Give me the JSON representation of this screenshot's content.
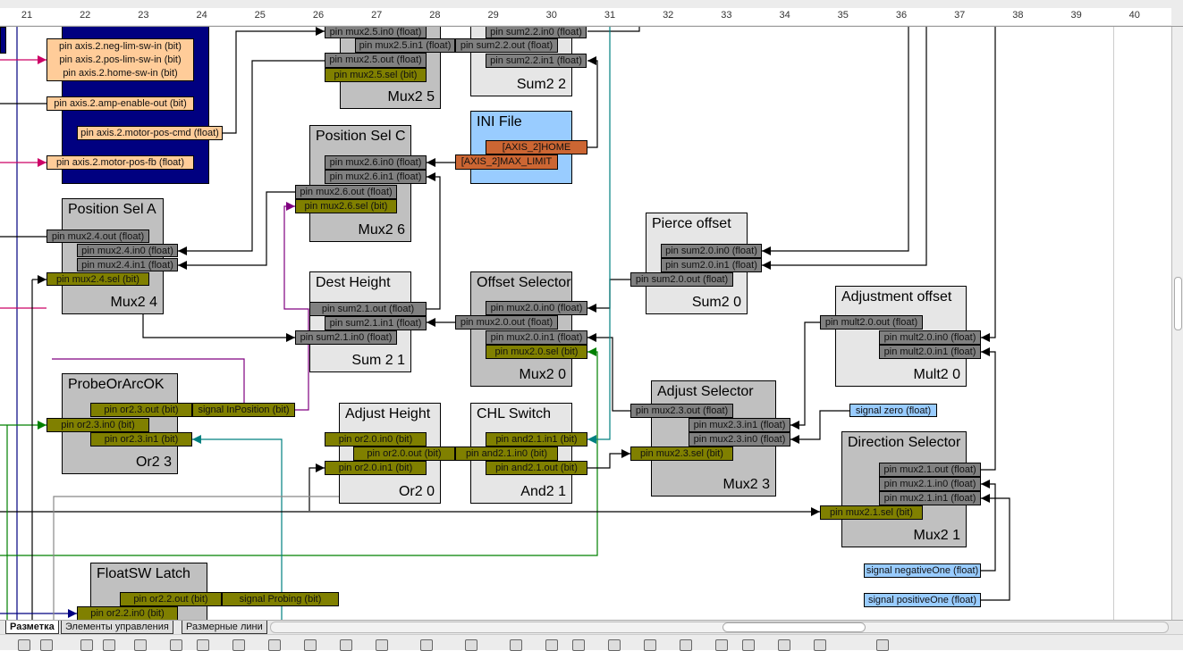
{
  "ruler": {
    "ticks": [
      "21",
      "22",
      "23",
      "24",
      "25",
      "26",
      "27",
      "28",
      "29",
      "30",
      "31",
      "32",
      "33",
      "34",
      "35",
      "36",
      "37",
      "38",
      "39",
      "40"
    ]
  },
  "axis_pins": [
    {
      "lines": [
        "pin axis.2.neg-lim-sw-in (bit)",
        "pin axis.2.pos-lim-sw-in (bit)",
        "pin axis.2.home-sw-in (bit)"
      ]
    },
    {
      "lines": [
        "pin axis.2.amp-enable-out (bit)"
      ]
    },
    {
      "lines": [
        "pin axis.2.motor-pos-cmd (float)"
      ]
    },
    {
      "lines": [
        "pin axis.2.motor-pos-fb (float)"
      ]
    }
  ],
  "colors": {
    "float_pin": "#808080",
    "bit_pin": "#808000",
    "ini_param": "#cc6633",
    "signal": "#99ccff",
    "axis_pin": "#ffcc99",
    "mux_block": "#c0c0c0",
    "math_block": "#e6e6e6",
    "ini_block": "#99ccff",
    "axis_block": "#000080"
  },
  "blocks": [
    {
      "id": "mux2-5",
      "title": "",
      "footer": "Mux2 5",
      "pins": [
        "pin mux2.5.in0  (float)",
        "pin mux2.5.in1  (float)",
        "pin mux2.5.out  (float)",
        "pin mux2.5.sel  (bit)"
      ]
    },
    {
      "id": "sum2-2",
      "title": "",
      "footer": "Sum2 2",
      "pins": [
        "pin sum2.2.in0  (float)",
        "pin sum2.2.out  (float)",
        "pin sum2.2.in1  (float)"
      ]
    },
    {
      "id": "ini-file",
      "title": "INI File",
      "footer": "",
      "pins": [
        "[AXIS_2]HOME",
        "[AXIS_2]MAX_LIMIT"
      ]
    },
    {
      "id": "position-sel-c",
      "title": "Position Sel C",
      "footer": "Mux2 6",
      "pins": [
        "pin mux2.6.in0  (float)",
        "pin mux2.6.in1  (float)",
        "pin mux2.6.out  (float)",
        "pin mux2.6.sel  (bit)"
      ]
    },
    {
      "id": "position-sel-a",
      "title": "Position Sel A",
      "footer": "Mux2 4",
      "pins": [
        "pin mux2.4.out  (float)",
        "pin mux2.4.in0  (float)",
        "pin mux2.4.in1  (float)",
        "pin mux2.4.sel  (bit)"
      ]
    },
    {
      "id": "dest-height",
      "title": "Dest Height",
      "footer": "Sum 2 1",
      "pins": [
        "pin sum2.1.out  (float)",
        "pin sum2.1.in1  (float)",
        "pin sum2.1.in0  (float)"
      ]
    },
    {
      "id": "offset-selector",
      "title": "Offset Selector",
      "footer": "Mux2 0",
      "pins": [
        "pin mux2.0.in0  (float)",
        "pin mux2.0.out  (float)",
        "pin mux2.0.in1  (float)",
        "pin mux2.0.sel  (bit)"
      ]
    },
    {
      "id": "pierce-offset",
      "title": "Pierce offset",
      "footer": "Sum2 0",
      "pins": [
        "pin sum2.0.in0  (float)",
        "pin sum2.0.in1  (float)",
        "pin sum2.0.out  (float)"
      ]
    },
    {
      "id": "adjustment-offset",
      "title": "Adjustment offset",
      "footer": "Mult2 0",
      "pins": [
        "pin mult2.0.out  (float)",
        "pin mult2.0.in0  (float)",
        "pin mult2.0.in1  (float)"
      ]
    },
    {
      "id": "probe-or-arc-ok",
      "title": "ProbeOrArcOK",
      "footer": "Or2 3",
      "pins": [
        "pin or2.3.out  (bit)",
        "signal InPosition  (bit)",
        "pin or2.3.in0  (bit)",
        "pin or2.3.in1  (bit)"
      ]
    },
    {
      "id": "adjust-height",
      "title": "Adjust Height",
      "footer": "Or2 0",
      "pins": [
        "pin or2.0.in0  (bit)",
        "pin or2.0.out  (bit)",
        "pin or2.0.in1  (bit)"
      ]
    },
    {
      "id": "chl-switch",
      "title": "CHL Switch",
      "footer": "And2 1",
      "pins": [
        "pin and2.1.in1  (bit)",
        "pin and2.1.in0  (bit)",
        "pin and2.1.out  (bit)"
      ]
    },
    {
      "id": "adjust-selector",
      "title": "Adjust Selector",
      "footer": "Mux2 3",
      "pins": [
        "pin mux2.3.out  (float)",
        "pin mux2.3.in1  (float)",
        "pin mux2.3.in0  (float)",
        "pin mux2.3.sel  (bit)"
      ]
    },
    {
      "id": "direction-selector",
      "title": "Direction Selector",
      "footer": "Mux2 1",
      "pins": [
        "pin mux2.1.out  (float)",
        "pin mux2.1.in0  (float)",
        "pin mux2.1.in1  (float)",
        "pin mux2.1.sel  (bit)"
      ]
    },
    {
      "id": "floatsw-latch",
      "title": "FloatSW Latch",
      "footer": "",
      "pins": [
        "pin or2.2.out  (bit)",
        "signal Probing  (bit)",
        "pin or2.2.in0  (bit)"
      ]
    }
  ],
  "signals": [
    "signal zero  (float)",
    "signal negativeOne  (float)",
    "signal positiveOne  (float)"
  ],
  "tabs": [
    "Разметка",
    "Элементы управления",
    "Размерные лини"
  ]
}
